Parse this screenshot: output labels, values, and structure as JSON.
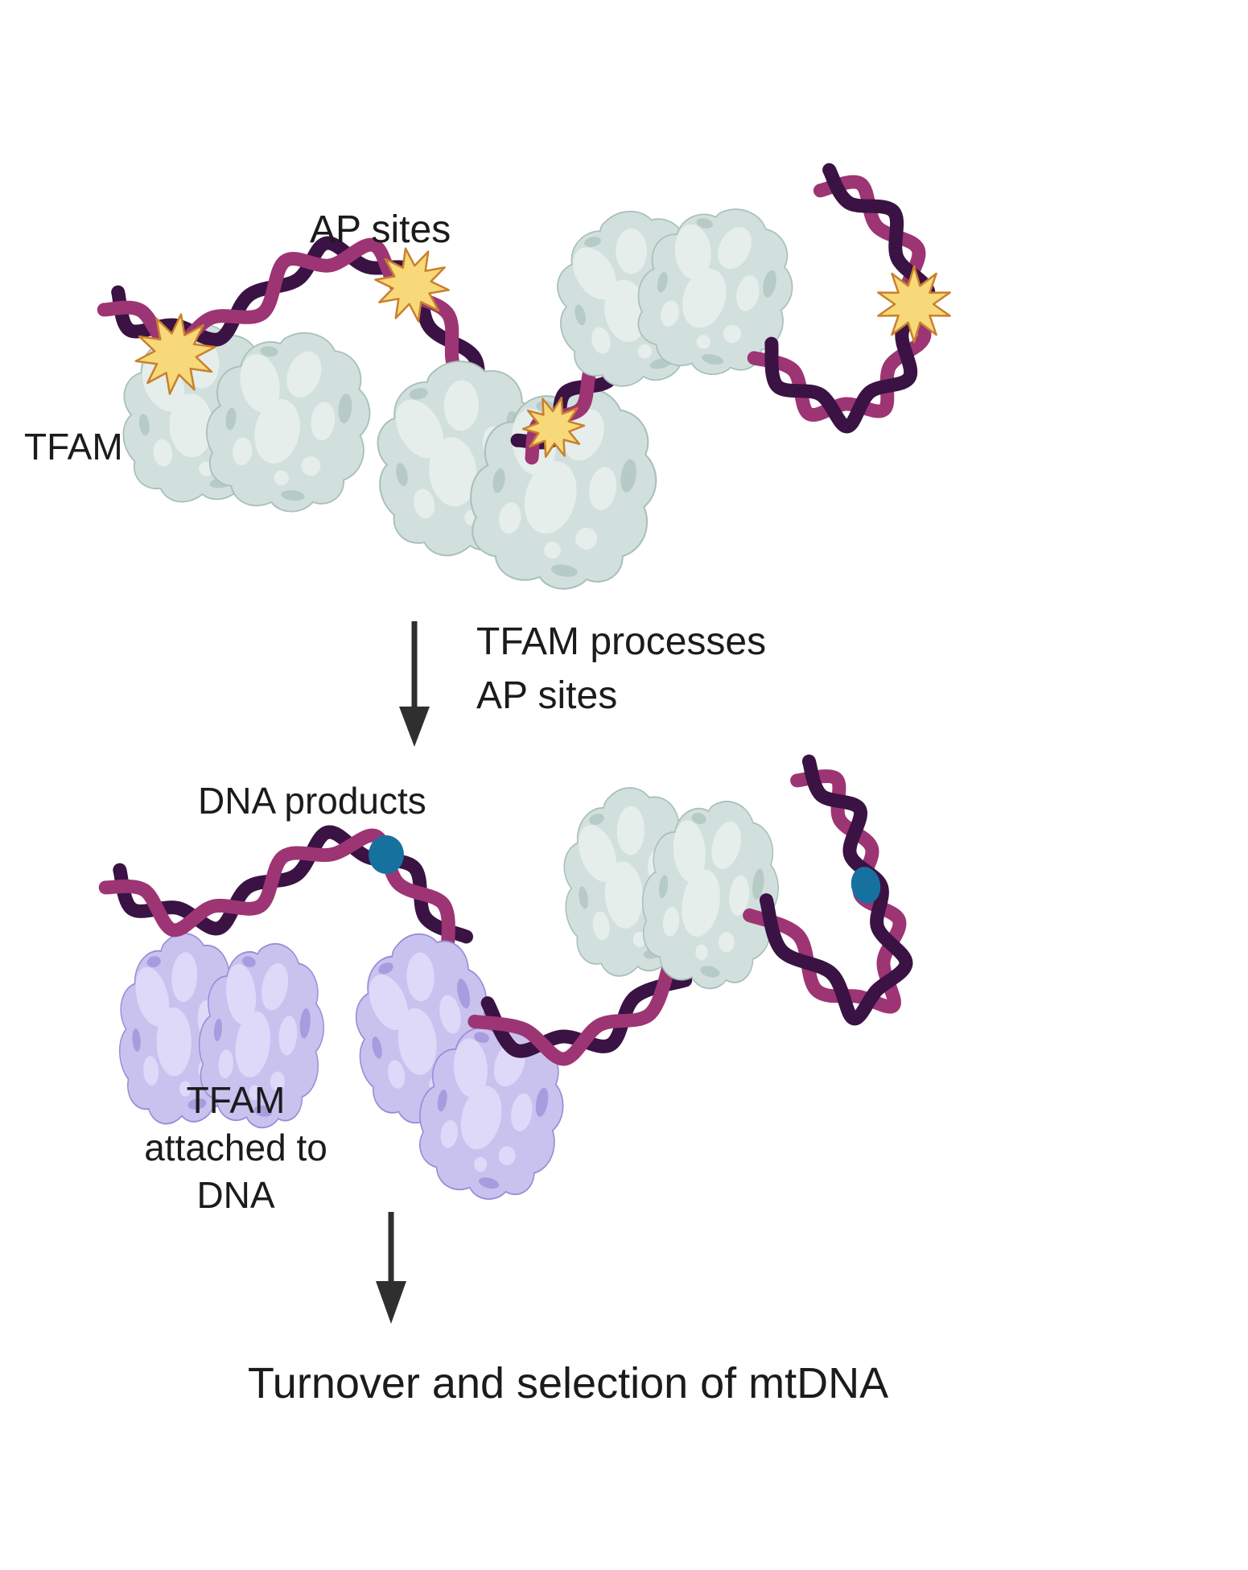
{
  "figure": {
    "section_top": {
      "ap_sites_label": "AP sites",
      "tfam_label": "TFAM"
    },
    "step1": {
      "line1": "TFAM processes",
      "line2": "AP sites"
    },
    "section_middle": {
      "dna_products_label": "DNA products",
      "tfam_attached_lines": [
        "TFAM",
        "attached to",
        "DNA"
      ]
    },
    "outcome_label": "Turnover and selection of mtDNA",
    "colors": {
      "dna_dark": "#3b1244",
      "dna_magenta": "#9d3574",
      "protein_teal": "#d2e0dd",
      "protein_lavender": "#c9c2ef",
      "ap_site_star_fill": "#f8d97a",
      "ap_site_star_edge": "#c9802b",
      "dna_product_dot": "#17719f",
      "arrow": "#2f2f2f",
      "text": "#1b1b1b"
    }
  }
}
